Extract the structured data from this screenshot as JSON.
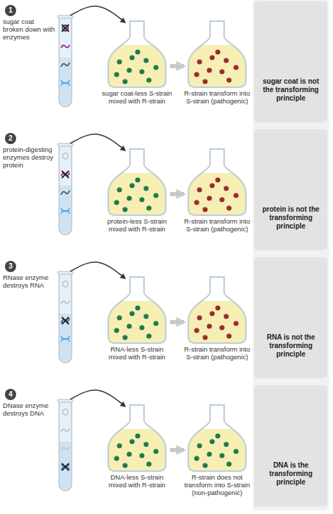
{
  "diagram": {
    "nodes": [
      {
        "text": [
          "1"
        ]
      },
      {
        "text": [
          "sugar coat broken down with enzymes"
        ]
      },
      {
        "text": [
          "sugar coat-less S-strain mixed with R-strain"
        ]
      },
      {
        "text": [
          "R-strain transform into S-strain (pathogenic)"
        ]
      },
      {
        "text": [
          "sugar coat is not the transforming principle"
        ]
      },
      {
        "text": [
          "2"
        ]
      },
      {
        "text": [
          "protein-digesting enzymes destroy protein"
        ]
      },
      {
        "text": [
          "protein-less S-strain mixed with R-strain"
        ]
      },
      {
        "text": [
          "R-strain transform into S-strain (pathogenic)"
        ]
      },
      {
        "text": [
          "protein is not the transforming principle"
        ]
      },
      {
        "text": [
          "3"
        ]
      },
      {
        "text": [
          "RNase enzyme destroys RNA"
        ]
      },
      {
        "text": [
          "RNA-less S-strain mixed with R-strain"
        ]
      },
      {
        "text": [
          "R-strain transform into S-strain (pathogenic)"
        ]
      },
      {
        "text": [
          "RNA is not the transforming principle"
        ]
      },
      {
        "text": [
          "4"
        ]
      },
      {
        "text": [
          "DNase enzyme destroys DNA"
        ]
      },
      {
        "text": [
          "DNA-less S-strain mixed with R-strain"
        ]
      },
      {
        "text": [
          "R-strain does not transform into S-strain (non-pathogenic)"
        ]
      },
      {
        "text": [
          "DNA is the transforming principle"
        ]
      }
    ],
    "edges": [
      {
        "from": 1,
        "to": 2,
        "arrow": "to"
      },
      {
        "from": 2,
        "to": 3,
        "arrow": "to"
      },
      {
        "from": 6,
        "to": 7,
        "arrow": "to"
      },
      {
        "from": 7,
        "to": 8,
        "arrow": "to"
      },
      {
        "from": 11,
        "to": 12,
        "arrow": "to"
      },
      {
        "from": 12,
        "to": 13,
        "arrow": "to"
      },
      {
        "from": 16,
        "to": 17,
        "arrow": "to"
      },
      {
        "from": 17,
        "to": 18,
        "arrow": "to"
      }
    ]
  }
}
